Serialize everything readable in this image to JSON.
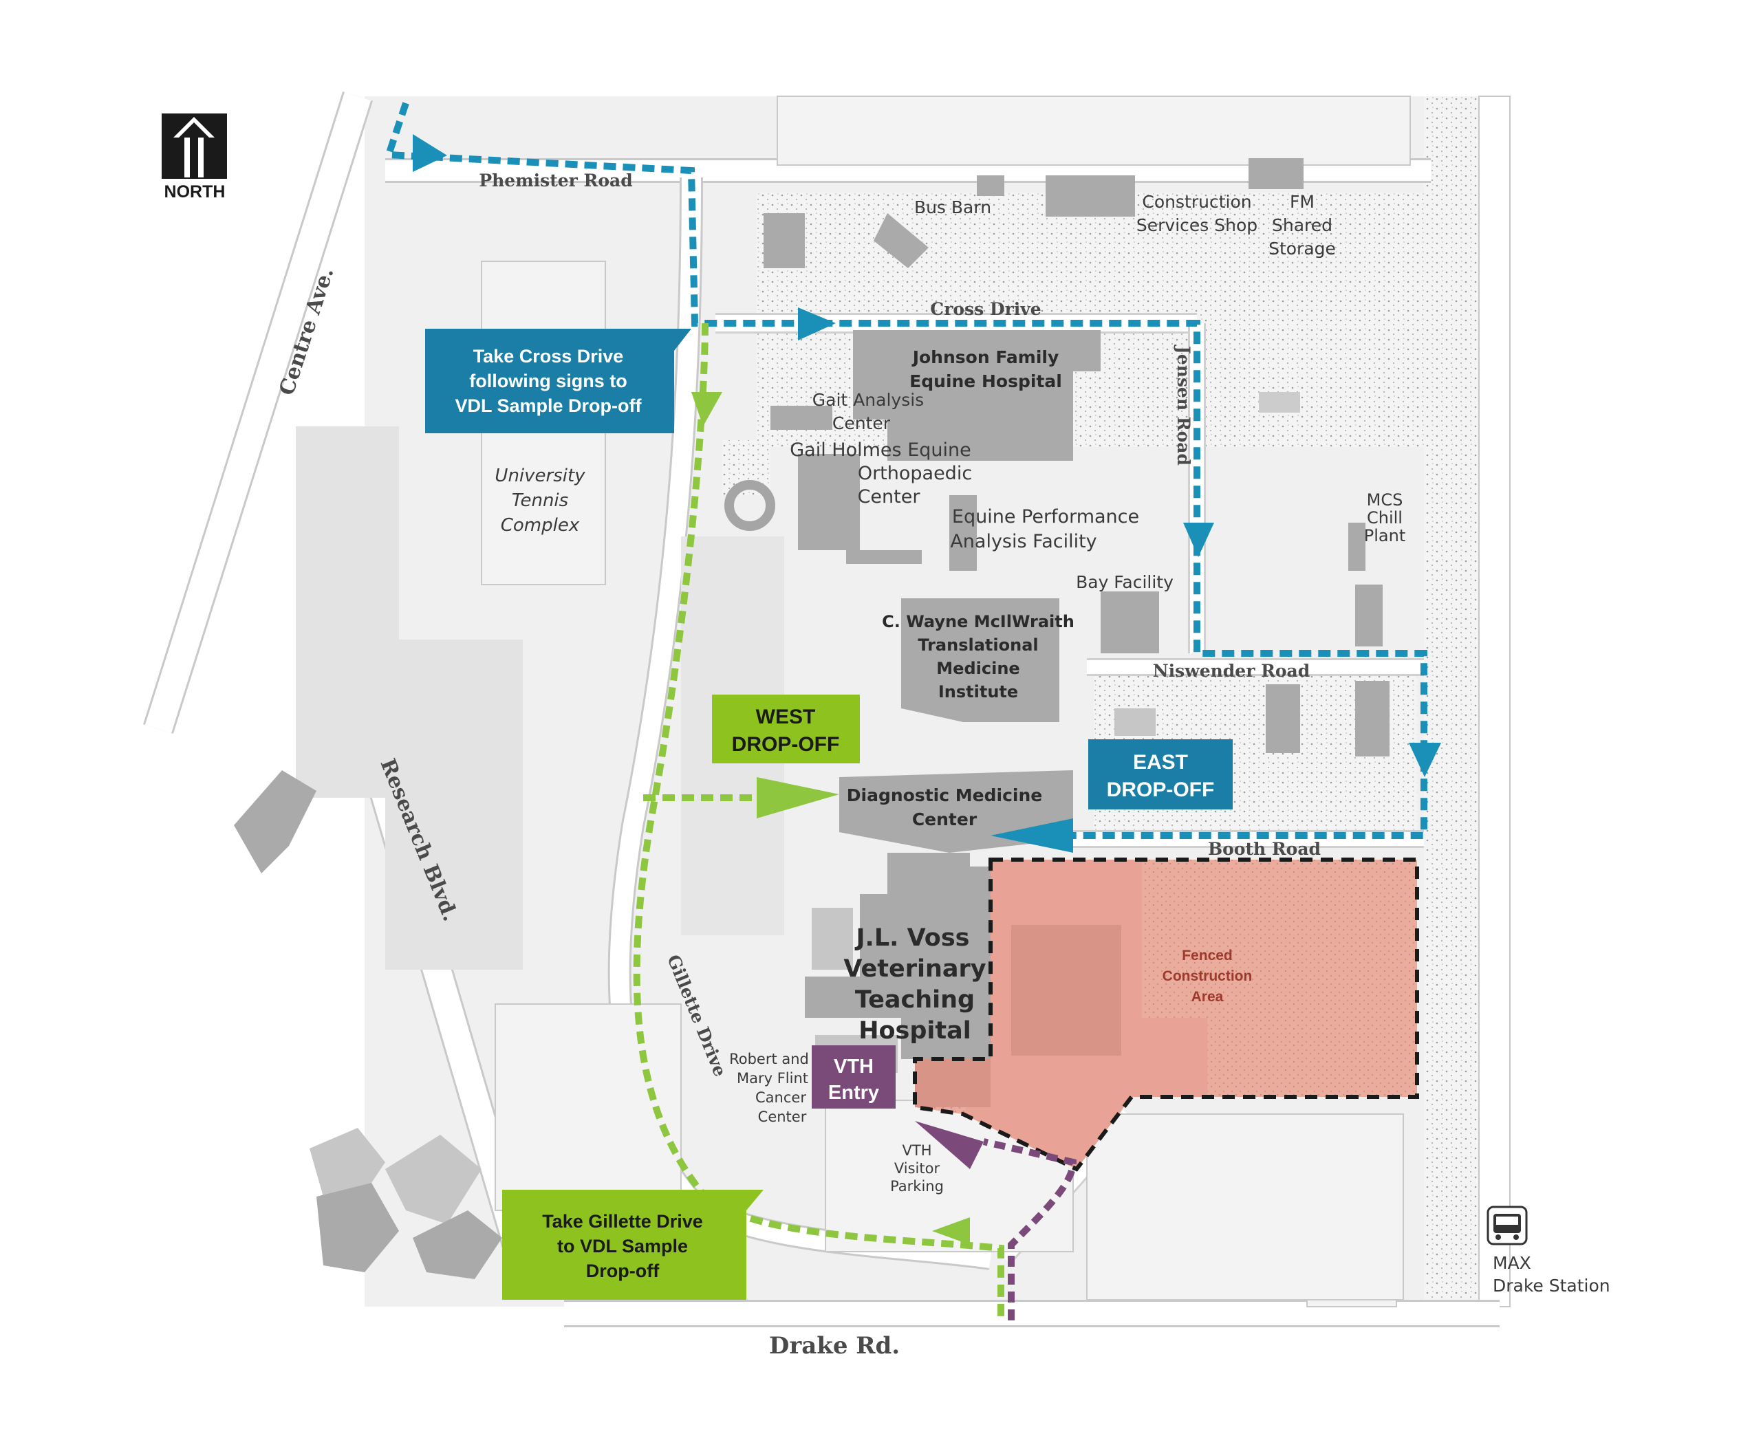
{
  "north_arrow": {
    "label": "NORTH",
    "icon": "north-arrow-icon"
  },
  "roads": {
    "phemister": "Phemister Road",
    "cross": "Cross Drive",
    "jensen": "Jensen Road",
    "niswender": "Niswender Road",
    "booth": "Booth Road",
    "centre": "Centre Ave.",
    "research": "Research Blvd.",
    "gillette": "Gillette Drive",
    "drake": "Drake Rd."
  },
  "buildings": {
    "bus_barn": "Bus Barn",
    "construction_shop": [
      "Construction",
      "Services Shop"
    ],
    "fm_storage": [
      "FM",
      "Shared",
      "Storage"
    ],
    "tennis": [
      "University",
      "Tennis",
      "Complex"
    ],
    "johnson": [
      "Johnson Family",
      "Equine Hospital"
    ],
    "gait": [
      "Gait Analysis",
      "Center"
    ],
    "gail_holmes": [
      "Gail Holmes Equine",
      "Orthopaedic",
      "Center"
    ],
    "equine_perf": [
      "Equine Performance",
      "Analysis Facility"
    ],
    "bay": "Bay Facility",
    "mcs": [
      "MCS",
      "Chill",
      "Plant"
    ],
    "mcilwraith": [
      "C. Wayne McIlWraith",
      "Translational",
      "Medicine",
      "Institute"
    ],
    "diagnostic": [
      "Diagnostic Medicine",
      "Center"
    ],
    "voss": [
      "J.L. Voss",
      "Veterinary",
      "Teaching",
      "Hospital"
    ],
    "flint": [
      "Robert and",
      "Mary Flint",
      "Cancer",
      "Center"
    ],
    "vth_parking": [
      "VTH",
      "Visitor",
      "Parking"
    ],
    "max": [
      "MAX",
      "Drake Station"
    ],
    "fenced": [
      "Fenced",
      "Construction",
      "Area"
    ]
  },
  "callouts": {
    "cross": [
      "Take Cross Drive",
      "following signs to",
      "VDL Sample Drop-off"
    ],
    "west": [
      "WEST",
      "DROP-OFF"
    ],
    "east": [
      "EAST",
      "DROP-OFF"
    ],
    "vth": [
      "VTH",
      "Entry"
    ],
    "gillette": [
      "Take Gillette Drive",
      "to VDL Sample",
      "Drop-off"
    ]
  },
  "icons": {
    "bus": "bus-icon"
  },
  "colors": {
    "blue_route": "#1a8fb8",
    "green_route": "#8ec63f",
    "purple_route": "#7b4a7a",
    "blue_callout": "#1a7ea6",
    "green_callout": "#8dc21f",
    "purple_callout": "#7a4a78",
    "construction": "#e8a396"
  }
}
